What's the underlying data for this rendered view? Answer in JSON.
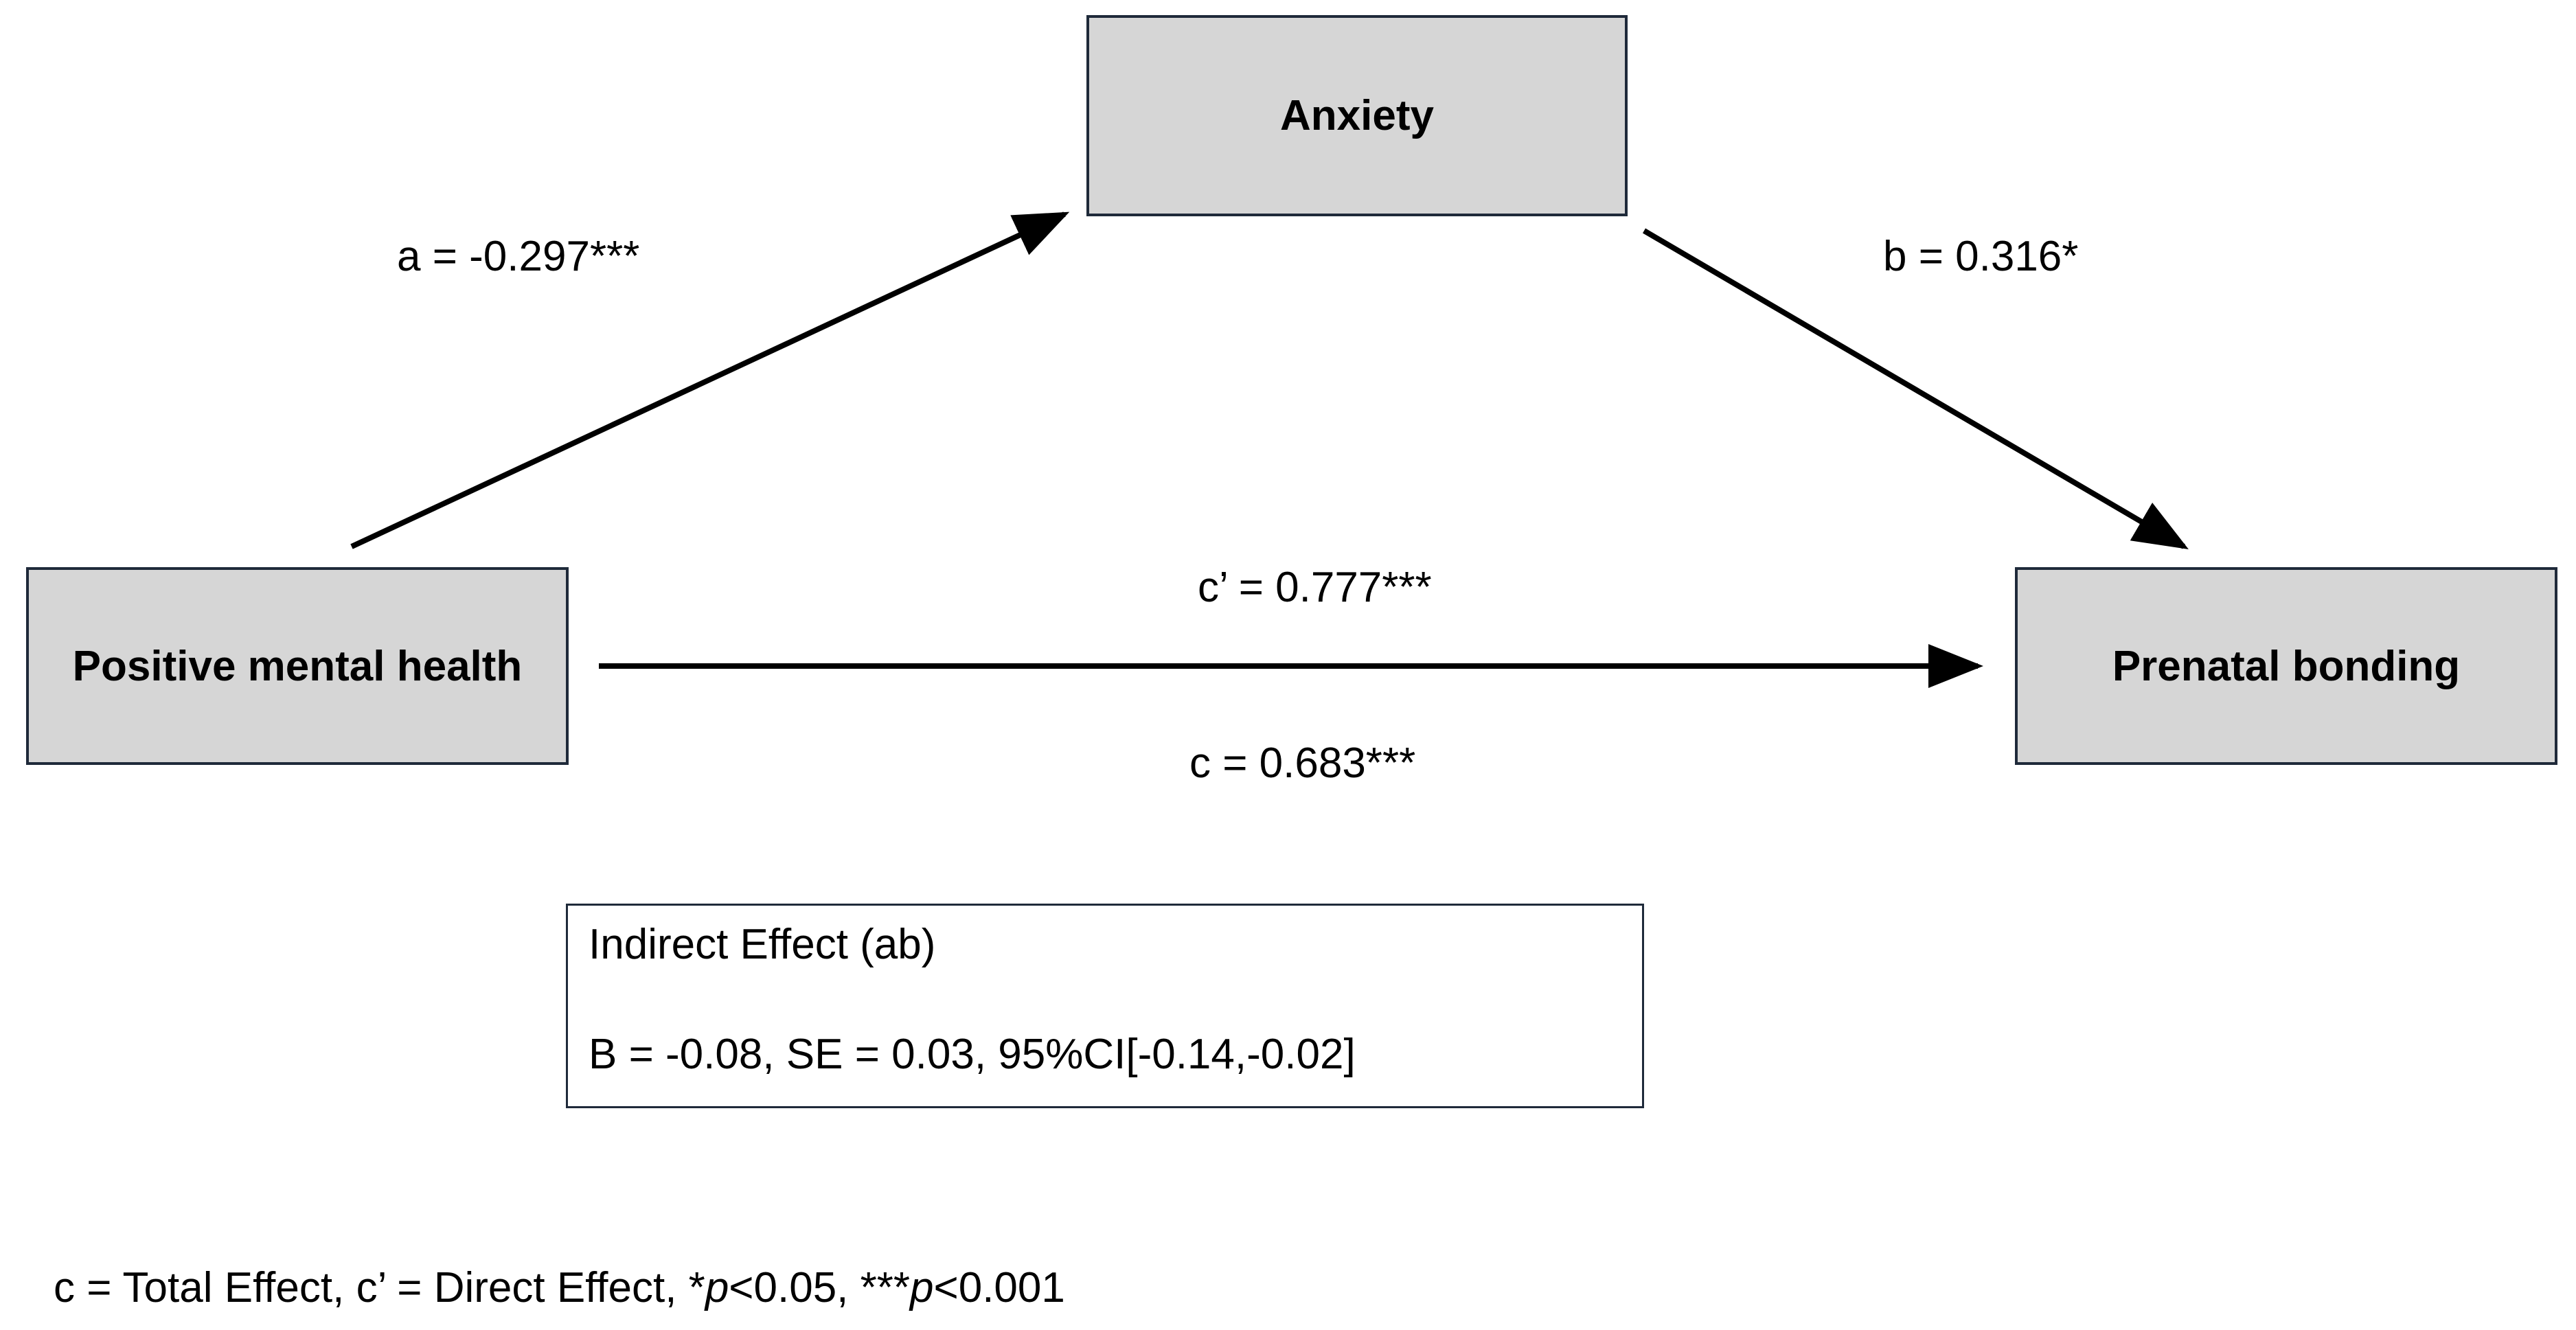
{
  "nodes": {
    "mediator": "Anxiety",
    "predictor": "Positive mental health",
    "outcome": "Prenatal bonding"
  },
  "paths": {
    "a": "a = -0.297***",
    "b": "b = 0.316*",
    "c_prime": "c’ = 0.777***",
    "c": "c = 0.683***"
  },
  "indirect_effect": {
    "title": "Indirect Effect (ab)",
    "stats": "B = -0.08, SE = 0.03, 95%CI[-0.14,-0.02]"
  },
  "footnote": {
    "part1": "c = Total Effect, c’ = Direct Effect, *",
    "p1": "p",
    "part2": "<0.05, ***",
    "p2": "p",
    "part3": "<0.001"
  },
  "colors": {
    "node_fill": "#d6d6d6",
    "node_border": "#1f2a3a",
    "arrow": "#000000"
  }
}
